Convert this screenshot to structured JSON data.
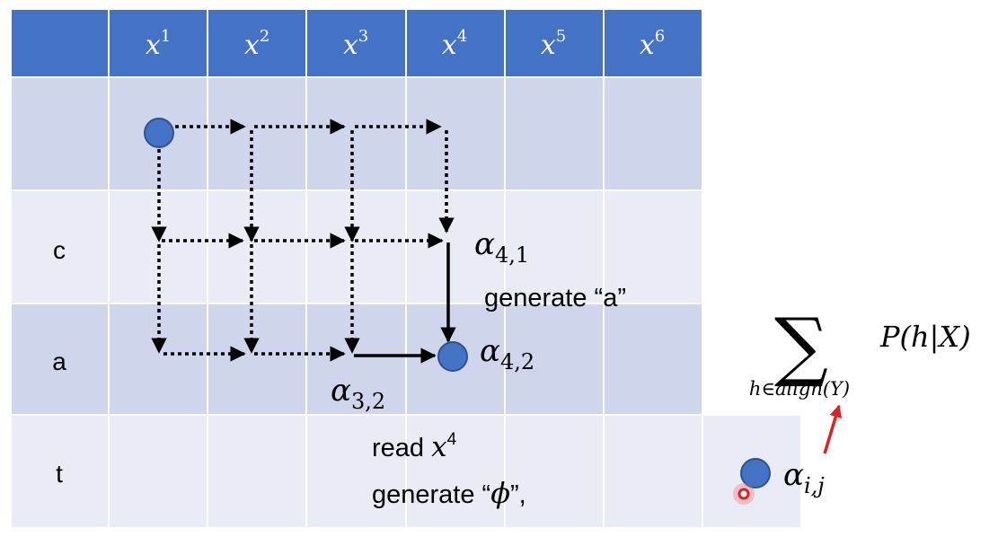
{
  "colors": {
    "header_fill": "#4472c4",
    "row_dark": "#cfd5ea",
    "row_light": "#e9ebf5",
    "node_fill": "#4472c4",
    "node_stroke": "#2f528f",
    "arrow": "#000000",
    "pointer": "#e02020"
  },
  "table": {
    "header": {
      "cells": [
        {
          "base": "",
          "sup": ""
        },
        {
          "base": "x",
          "sup": "1"
        },
        {
          "base": "x",
          "sup": "2"
        },
        {
          "base": "x",
          "sup": "3"
        },
        {
          "base": "x",
          "sup": "4"
        },
        {
          "base": "x",
          "sup": "5"
        },
        {
          "base": "x",
          "sup": "6"
        }
      ]
    },
    "row_labels": [
      "",
      "c",
      "a",
      "t"
    ]
  },
  "labels": {
    "alpha": "α",
    "a41_sub": "4,1",
    "a42_sub": "4,2",
    "a32_sub": "3,2",
    "aij_sub": "i,j",
    "generate_a": "generate “a”",
    "read_prefix": "read ",
    "read_base": "x",
    "read_sup": "4",
    "generate_phi_prefix": "generate “",
    "phi": "ϕ",
    "generate_phi_suffix": "”,",
    "sum_symbol": "∑",
    "sum_sub": "h∈align(Y)",
    "prob_expr": "P(h|X)"
  }
}
